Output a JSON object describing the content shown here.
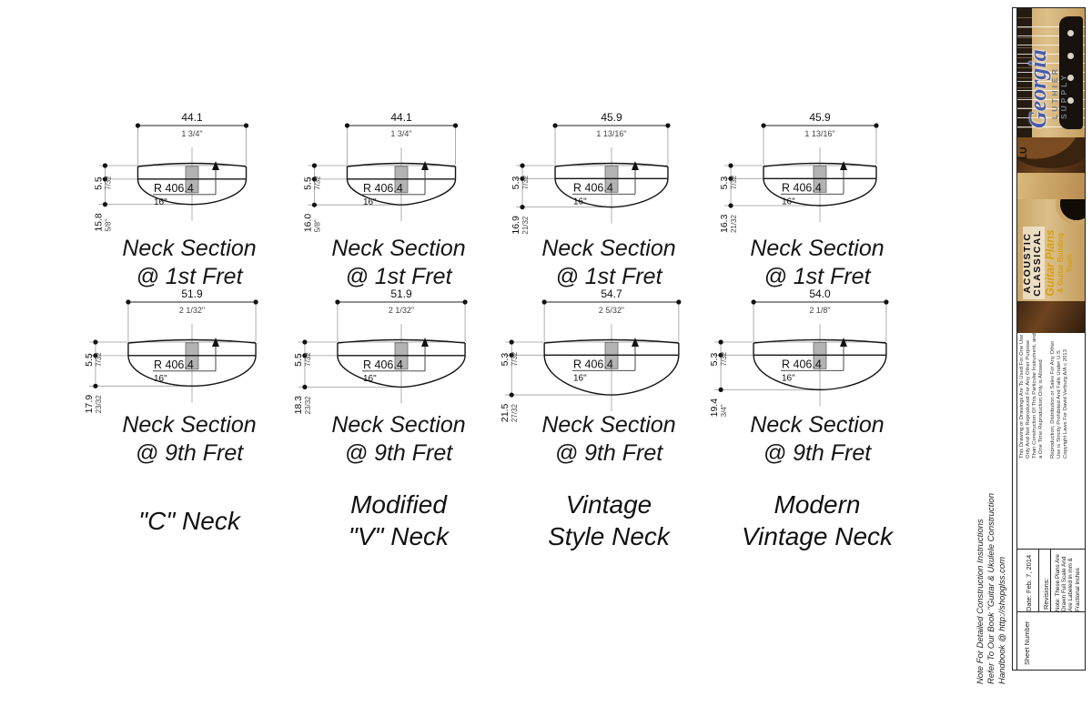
{
  "diagrams": {
    "caption_line1": "Neck Section",
    "radius_label": "R 406.4",
    "radius_inches": "16\"",
    "rows": [
      {
        "fret_label": "@ 1st Fret",
        "cells": [
          {
            "w": "44.1",
            "w_in": "1 3/4\"",
            "t": "5.5",
            "t_in": "7/32",
            "d": "15.8",
            "d_in": "5/8\"",
            "shape": "c"
          },
          {
            "w": "44.1",
            "w_in": "1 3/4\"",
            "t": "5.5",
            "t_in": "7/32",
            "d": "16.0",
            "d_in": "5/8\"",
            "shape": "v"
          },
          {
            "w": "45.9",
            "w_in": "1 13/16\"",
            "t": "5.3",
            "t_in": "7/32",
            "d": "16.9",
            "d_in": "21/32",
            "shape": "vin"
          },
          {
            "w": "45.9",
            "w_in": "1 13/16\"",
            "t": "5.3",
            "t_in": "7/32",
            "d": "16.3",
            "d_in": "21/32",
            "shape": "mod"
          }
        ]
      },
      {
        "fret_label": "@ 9th Fret",
        "cells": [
          {
            "w": "51.9",
            "w_in": "2 1/32\"",
            "t": "5.5",
            "t_in": "7/32",
            "d": "17.9",
            "d_in": "23/32",
            "shape": "c"
          },
          {
            "w": "51.9",
            "w_in": "2 1/32\"",
            "t": "5.5",
            "t_in": "7/32",
            "d": "18.3",
            "d_in": "23/32",
            "shape": "v"
          },
          {
            "w": "54.7",
            "w_in": "2 5/32\"",
            "t": "5.3",
            "t_in": "7/32",
            "d": "21.5",
            "d_in": "27/32",
            "shape": "vin"
          },
          {
            "w": "54.0",
            "w_in": "2 1/8\"",
            "t": "5.3",
            "t_in": "7/32",
            "d": "19.4",
            "d_in": "3/4\"",
            "shape": "mod"
          }
        ]
      }
    ],
    "neck_labels": [
      [
        "\"C\" Neck"
      ],
      [
        "Modified",
        "\"V\" Neck"
      ],
      [
        "Vintage",
        "Style Neck"
      ],
      [
        "Modern",
        "Vintage Neck"
      ]
    ]
  },
  "sheet": {
    "brand": {
      "script": "Georgia",
      "sub1": "LUTHIER",
      "sub2": "SUPPLY",
      "fragment": "LU",
      "blue": "#4a5aa8",
      "gold": "#d4a017"
    },
    "category": {
      "line1": "ACOUSTIC",
      "line2": "CLASSICAL"
    },
    "product": {
      "line1": "Guitar Plans",
      "line2": "& Guitar Building Tools"
    },
    "legal": {
      "p1": "This Drawing or Drawings Are To Used For One Use Only And Not Reproduced For Any Other Purpose Than Construction Of This Particular Instrument, and a One Time Reproduction Only is Allowed",
      "p2": "Reproduction, Distribution or Sales For Any Other Use is Strictly Prohibited And Falls Under U.S Copyright Laws For David Verburg A/A c 2013"
    },
    "titleblock": {
      "date": "Date: Feb. 7, 2014",
      "revisions": "Revisions:",
      "scale_note": "Note: These Plans Are Drawn Full Scale And Are Labeled in mm & Fractional Inches",
      "sheet_number": "Sheet Number"
    },
    "footer_note": {
      "line1": "Note For Detailed Construction Instructions",
      "line2": "Refer To Our Book \"Guitar & Ukulele Construction",
      "line3": "Handbook @ http://shopglss.com"
    }
  }
}
